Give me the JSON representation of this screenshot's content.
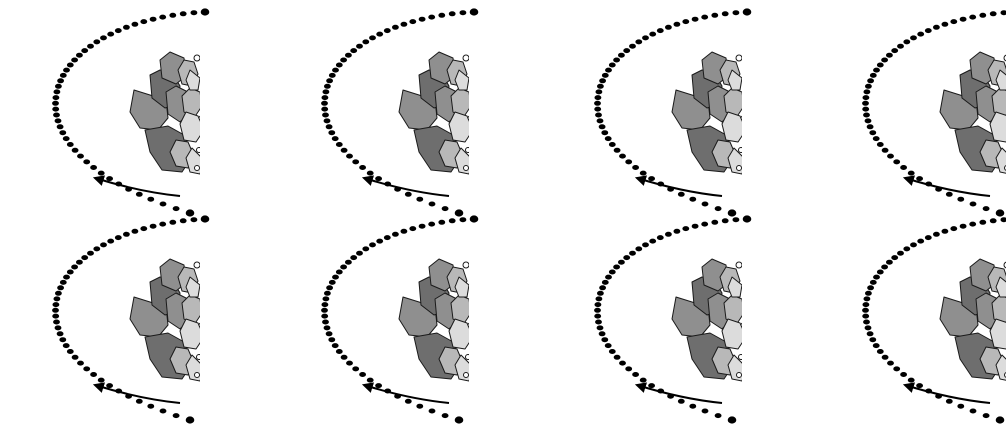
{
  "diagram": {
    "panel_count": 8,
    "rows": 2,
    "columns": 4,
    "path_style": "dotted",
    "arrow_direction": "left",
    "colors": {
      "background": "#ffffff",
      "dots": "#000000",
      "arrow": "#000000",
      "rock_dark": "#6e6e6e",
      "rock_mid": "#8f8f8f",
      "rock_light": "#b8b8b8",
      "rock_pale": "#dcdcdc",
      "rock_outline": "#1a1a1a"
    },
    "icons": [
      "dotted-arc-path",
      "rock-pile-icon",
      "direction-arrow-icon"
    ]
  }
}
